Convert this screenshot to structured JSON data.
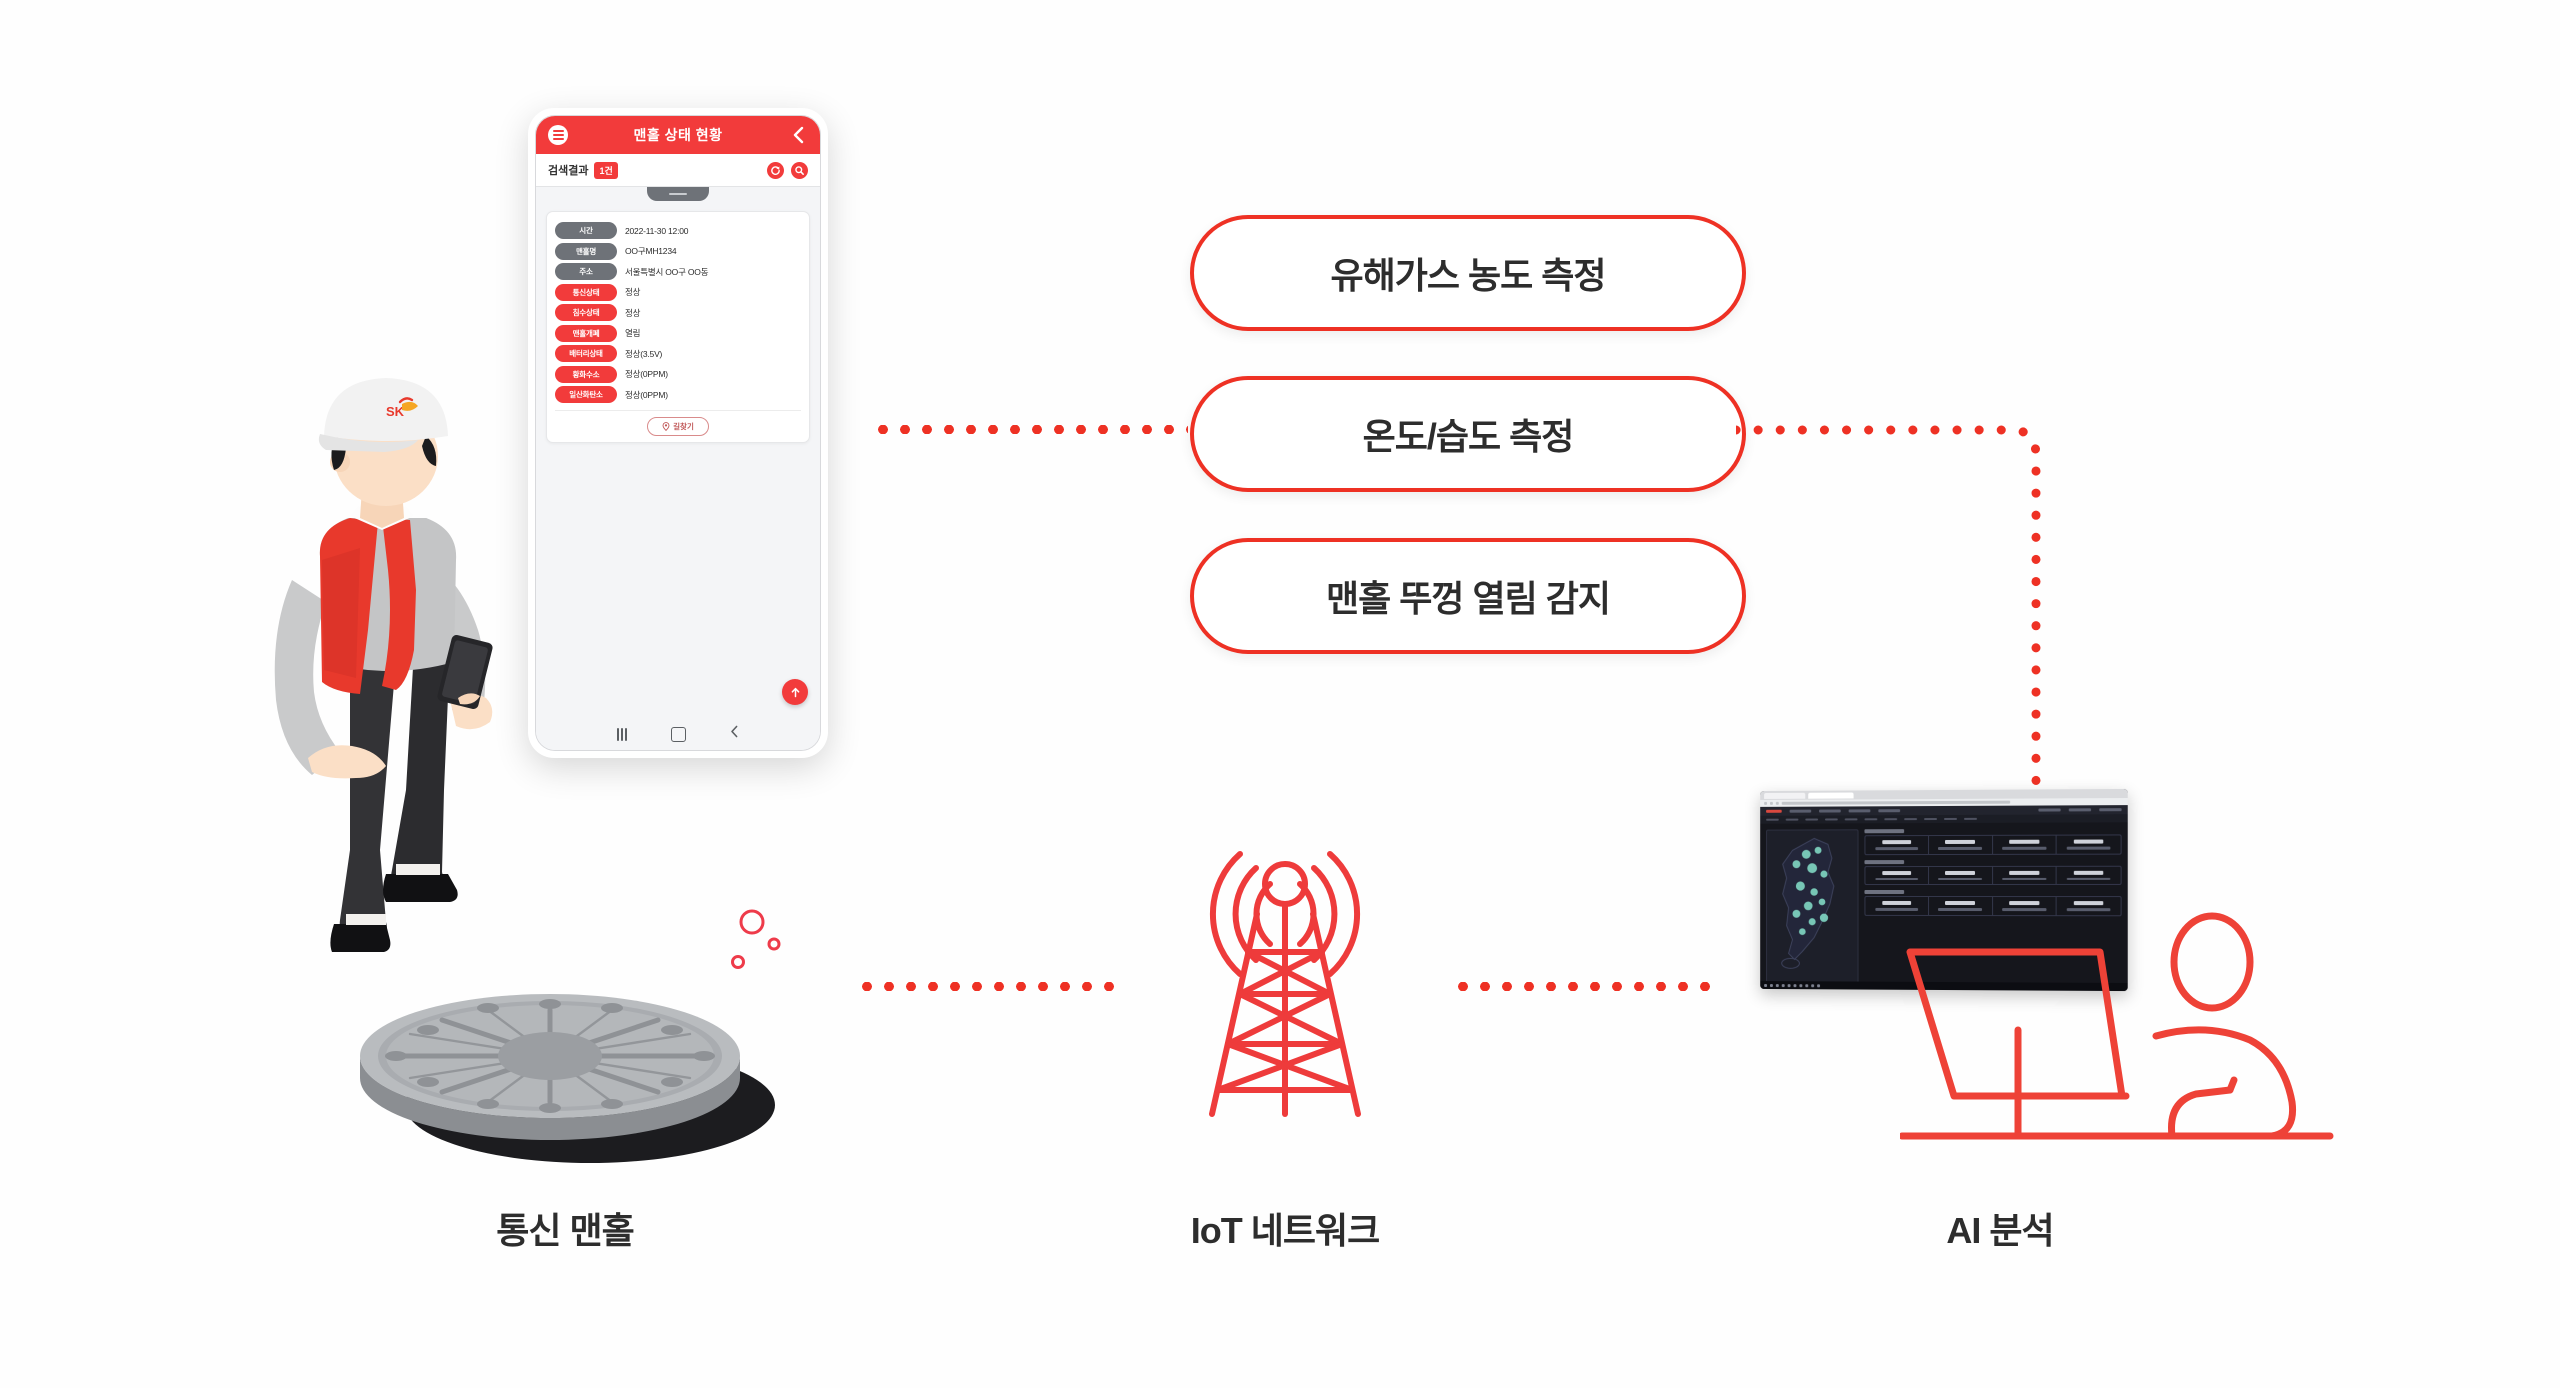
{
  "phone": {
    "header": {
      "title": "맨홀 상태 현황",
      "menu_icon": "hamburger-icon",
      "back_icon": "chevron-left-icon"
    },
    "subbar": {
      "label": "검색결과",
      "count_badge": "1건",
      "refresh_icon": "refresh-icon",
      "search_icon": "search-icon"
    },
    "card": {
      "rows": [
        {
          "label": "시간",
          "value": "2022-11-30 12:00",
          "style": "gray"
        },
        {
          "label": "맨홀명",
          "value": "OO구MH1234",
          "style": "gray"
        },
        {
          "label": "주소",
          "value": "서울특별시 OO구 OO동",
          "style": "gray"
        },
        {
          "label": "통신상태",
          "value": "정상",
          "style": "red"
        },
        {
          "label": "침수상태",
          "value": "정상",
          "style": "red"
        },
        {
          "label": "맨홀개폐",
          "value": "열림",
          "style": "red"
        },
        {
          "label": "배터리상태",
          "value": "정상(3.5V)",
          "style": "red"
        },
        {
          "label": "황화수소",
          "value": "정상(0PPM)",
          "style": "red"
        },
        {
          "label": "일산화탄소",
          "value": "정상(0PPM)",
          "style": "red"
        }
      ],
      "route_button": "길찾기",
      "route_icon": "map-pin-icon"
    },
    "fab": {
      "icon": "arrow-up-icon"
    },
    "navbar": {
      "recents_icon": "recents-icon",
      "home_icon": "home-icon",
      "back_icon": "back-icon"
    }
  },
  "features": [
    {
      "id": "gas",
      "label": "유해가스 농도 측정"
    },
    {
      "id": "temp",
      "label": "온도/습도 측정"
    },
    {
      "id": "lid",
      "label": "맨홀 뚜껑 열림 감지"
    }
  ],
  "captions": {
    "manhole": "통신 맨홀",
    "iot": "IoT 네트워크",
    "ai": "AI 분석"
  },
  "illustrations": {
    "worker": "field-worker-with-phone",
    "worker_cap_logo": "SK",
    "manhole_cover": "manhole-cover",
    "gas_bubbles": "gas-bubbles",
    "tower": "iot-antenna-tower",
    "monitor": "ai-dashboard-monitor",
    "desk_person": "analyst-at-desk"
  },
  "colors": {
    "brand_red": "#EE3124",
    "phone_header_red": "#F23B3B",
    "pill_gray": "#6E7278",
    "text_dark": "#2D2D2D",
    "dashboard_bg": "#15161C",
    "map_marker": "#7FD4C1"
  }
}
